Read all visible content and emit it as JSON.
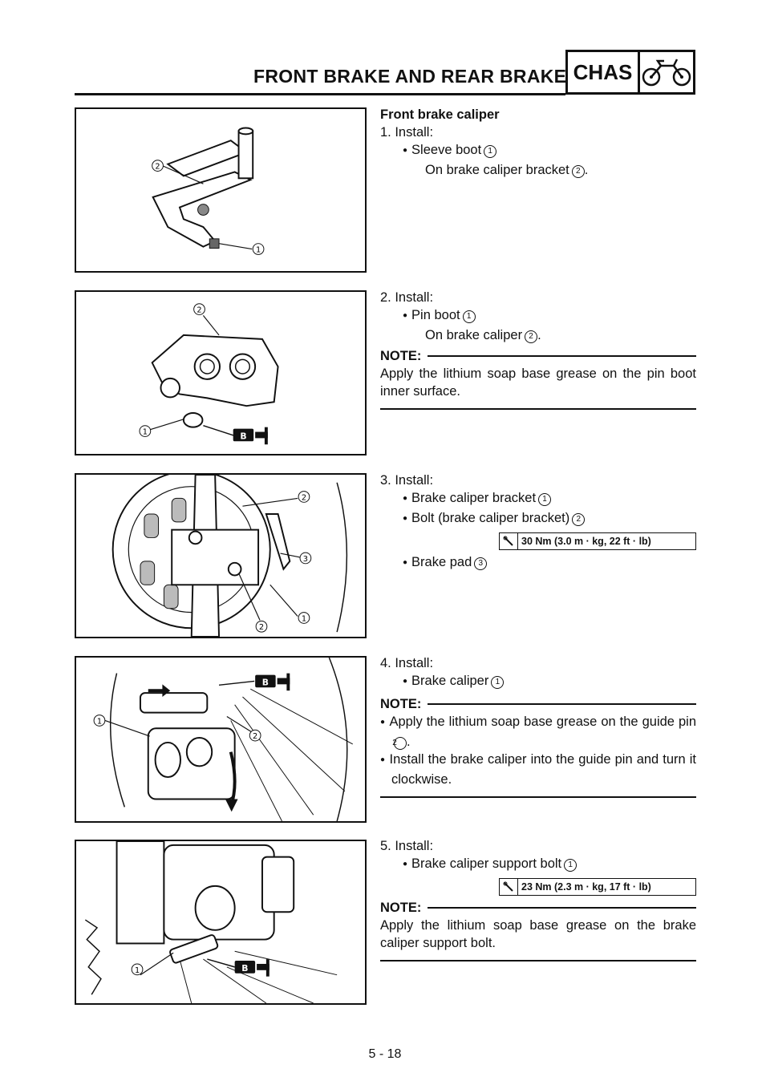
{
  "header": {
    "title": "FRONT BRAKE AND REAR BRAKE",
    "section_code": "CHAS"
  },
  "step1": {
    "heading": "Front brake caliper",
    "instr": "1. Install:",
    "item": "Sleeve boot",
    "item_ref": "1",
    "sub": "On brake caliper bracket",
    "sub_ref": "2"
  },
  "step2": {
    "instr": "2. Install:",
    "item": "Pin boot",
    "item_ref": "1",
    "sub": "On brake caliper",
    "sub_ref": "2",
    "note_label": "NOTE:",
    "note": "Apply the lithium soap base grease on the pin boot inner surface."
  },
  "step3": {
    "instr": "3. Install:",
    "item1": "Brake caliper bracket",
    "item1_ref": "1",
    "item2": "Bolt (brake caliper bracket)",
    "item2_ref": "2",
    "torque": "30 Nm (3.0 m · kg, 22 ft · lb)",
    "item3": "Brake pad",
    "item3_ref": "3"
  },
  "step4": {
    "instr": "4. Install:",
    "item": "Brake caliper",
    "item_ref": "1",
    "note_label": "NOTE:",
    "note1": "Apply the lithium soap base grease on the guide pin",
    "note1_ref": "2",
    "note2": "Install the brake caliper into the guide pin and turn it clockwise."
  },
  "step5": {
    "instr": "5. Install:",
    "item": "Brake caliper support bolt",
    "item_ref": "1",
    "torque": "23 Nm (2.3 m · kg, 17 ft · lb)",
    "note_label": "NOTE:",
    "note": "Apply the lithium soap base grease on the brake caliper support bolt."
  },
  "figure_labels": {
    "one": "1",
    "two": "2",
    "three": "3",
    "grease": "B"
  },
  "footer": {
    "page_number": "5 - 18"
  }
}
